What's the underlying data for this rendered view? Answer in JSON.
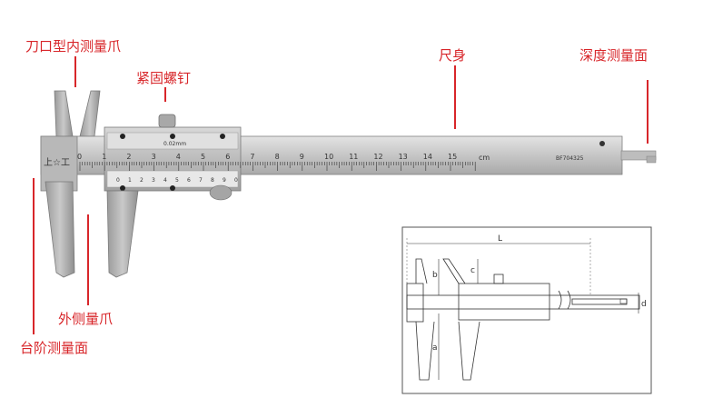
{
  "labels": {
    "knife_jaw": "刀口型内测量爪",
    "lock_screw": "紧固螺钉",
    "main_beam": "尺身",
    "depth_face": "深度测量面",
    "outer_jaw": "外侧量爪",
    "step_face": "台阶测量面"
  },
  "caliper": {
    "brand_mark": "上☆工",
    "scale_numbers": [
      "0",
      "1",
      "2",
      "3",
      "4",
      "5",
      "6",
      "7",
      "8",
      "9",
      "10",
      "11",
      "12",
      "13",
      "14",
      "15"
    ],
    "unit": "cm",
    "vernier_text": "0.02mm",
    "serial": "BF704325",
    "vernier_numbers": [
      "0",
      "1",
      "2",
      "3",
      "4",
      "5",
      "6",
      "7",
      "8",
      "9",
      "0"
    ]
  },
  "inset": {
    "dim_L": "L",
    "dim_a": "a",
    "dim_b": "b",
    "dim_c": "c",
    "dim_d": "d"
  },
  "colors": {
    "label_red": "#d8262a",
    "metal_light": "#c9c9c9",
    "metal_dark": "#8e8e8e"
  }
}
